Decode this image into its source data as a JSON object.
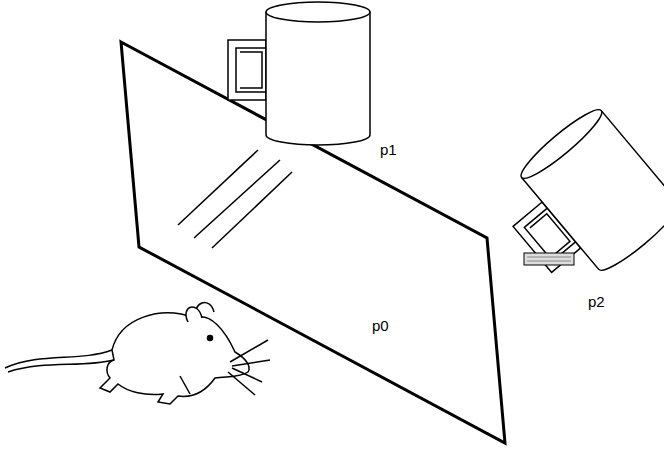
{
  "diagram": {
    "labels": [
      "p0",
      "p1",
      "p2"
    ]
  }
}
